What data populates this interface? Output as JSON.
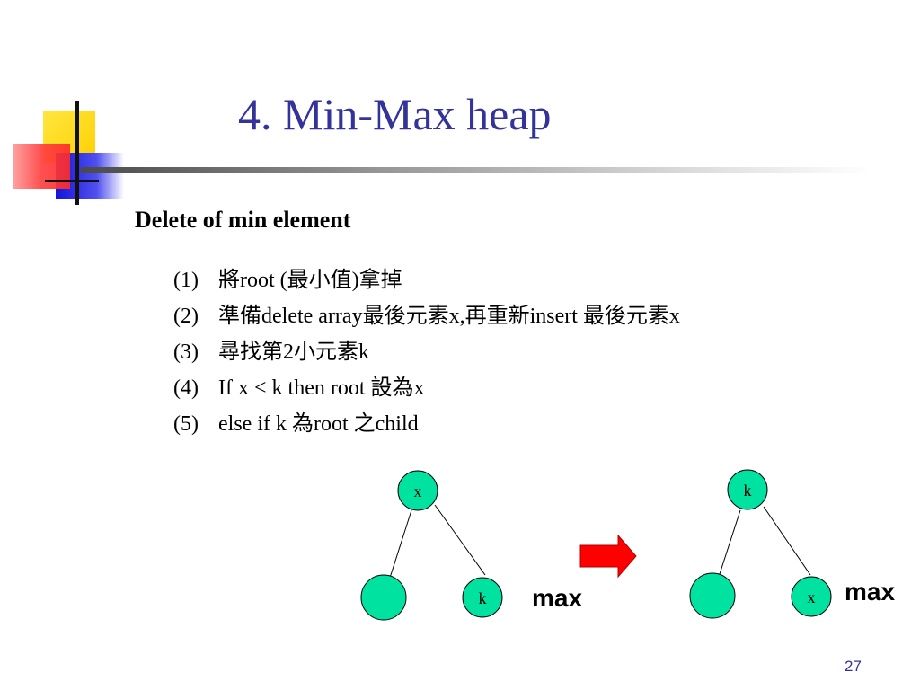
{
  "slide": {
    "title": "4. Min-Max heap",
    "subtitle": "Delete of min element",
    "page_number": "27"
  },
  "steps": [
    {
      "num": "(1)",
      "text": "將root (最小值)拿掉"
    },
    {
      "num": "(2)",
      "text": "準備delete array最後元素x,再重新insert 最後元素x"
    },
    {
      "num": "(3)",
      "text": "尋找第2小元素k"
    },
    {
      "num": "(4)",
      "text": "If x < k then root 設為x"
    },
    {
      "num": "(5)",
      "text": "else  if k 為root 之child"
    }
  ],
  "diagram": {
    "left_tree": {
      "root": "x",
      "left_child": "",
      "right_child": "k",
      "label": "max"
    },
    "right_tree": {
      "root": "k",
      "left_child": "",
      "right_child": "x",
      "label": "max"
    },
    "node_color": "#00e3a0",
    "arrow_color": "#ff0000"
  },
  "colors": {
    "title": "#333399",
    "deco_yellow": "#ffd500",
    "deco_blue": "#2020e0",
    "deco_red": "#ff3b3b"
  }
}
